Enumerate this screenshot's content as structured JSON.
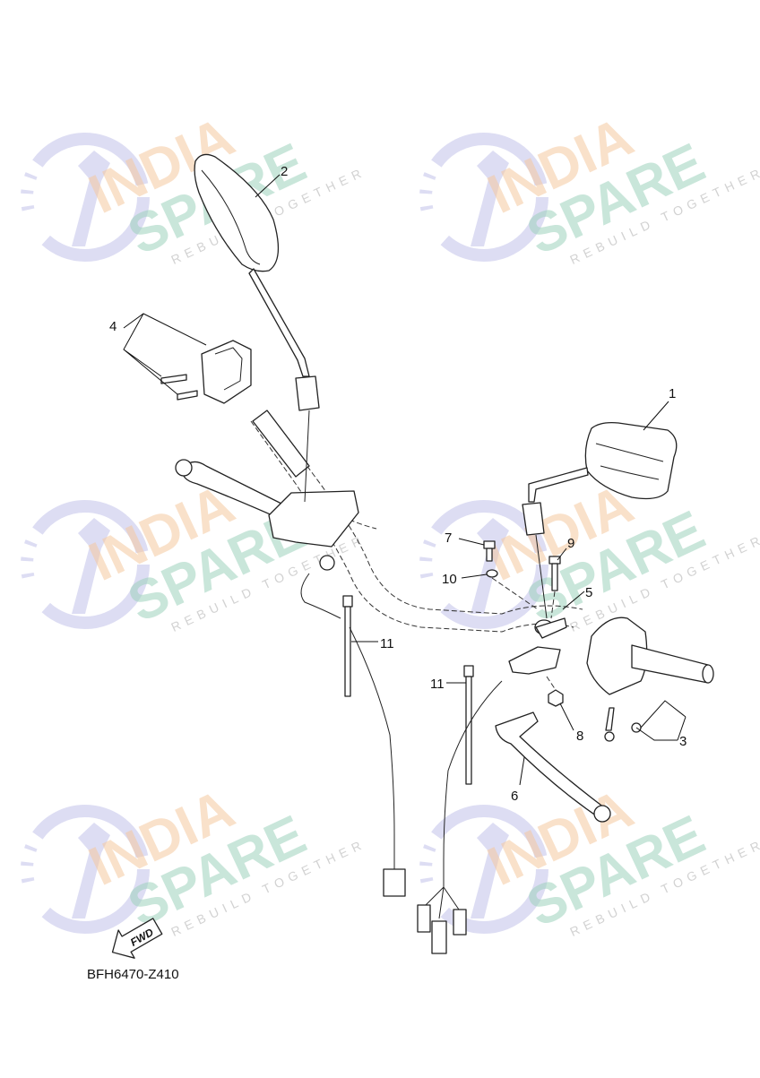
{
  "diagram_code": "BFH6470-Z410",
  "direction_arrow": "FWD",
  "watermark": {
    "line1": "INDIA",
    "line2": "SPARE",
    "tagline": "REBUILD TOGETHER",
    "colors": {
      "india": "#f5c9a0",
      "spare": "#9ed2bd",
      "logo": "#c9c9ea"
    }
  },
  "callouts": [
    "1",
    "2",
    "3",
    "4",
    "5",
    "6",
    "7",
    "8",
    "9",
    "10",
    "11",
    "11"
  ]
}
